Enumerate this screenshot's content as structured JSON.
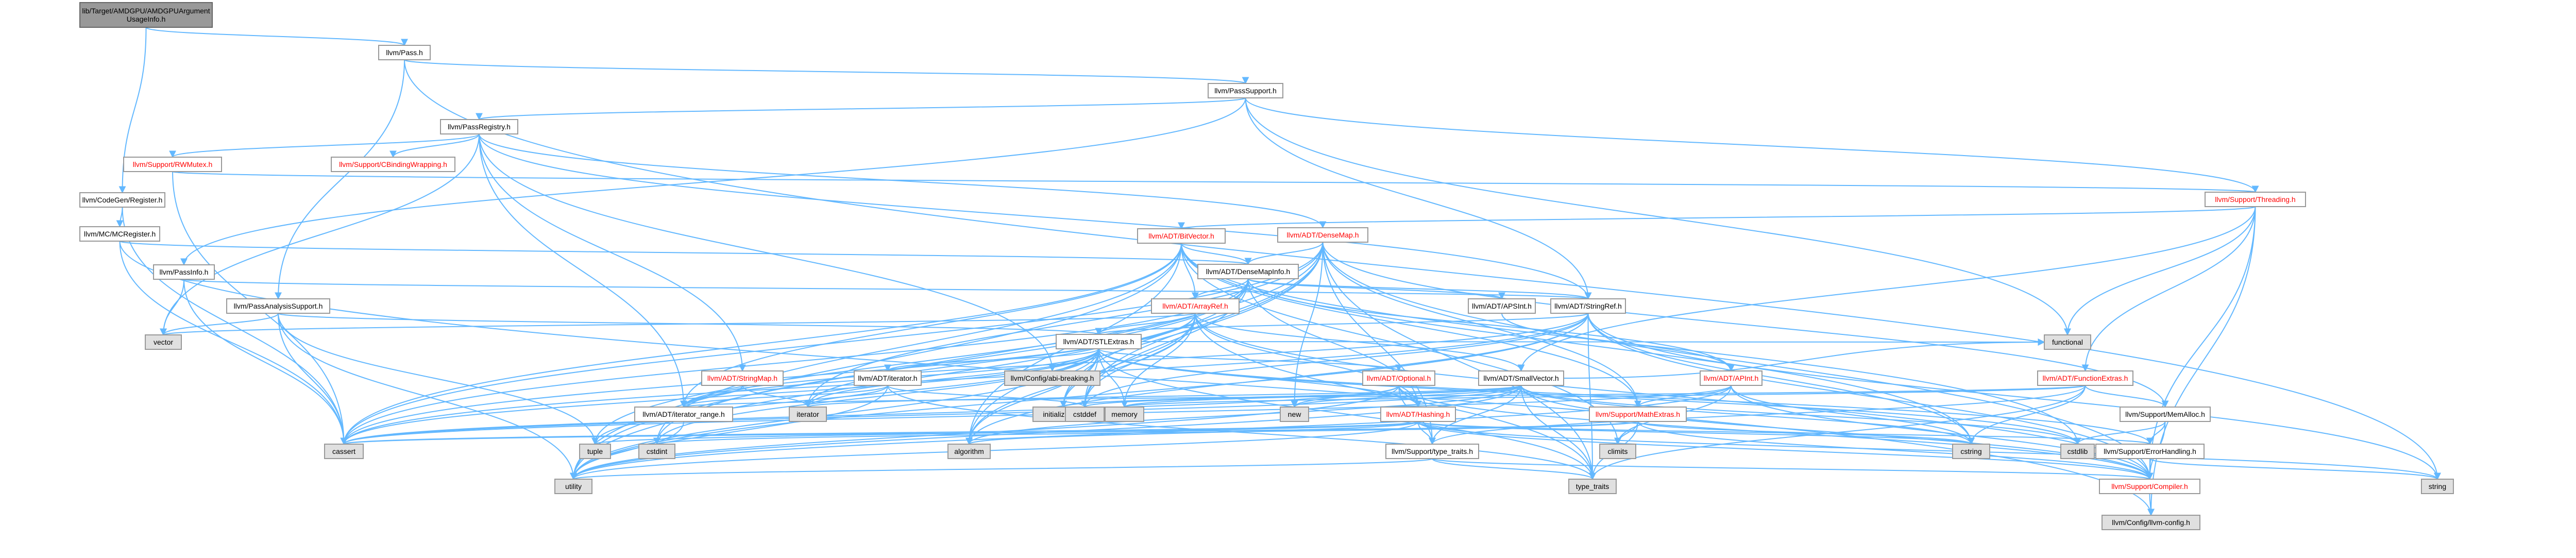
{
  "diagram": {
    "title": "",
    "nodes": [
      {
        "id": "root",
        "label": [
          "lib/Target/AMDGPU/AMDGPUArgument",
          "UsageInfo.h"
        ],
        "kind": "root"
      },
      {
        "id": "pass",
        "label": [
          "llvm/Pass.h"
        ],
        "kind": "normal"
      },
      {
        "id": "passsupport",
        "label": [
          "llvm/PassSupport.h"
        ],
        "kind": "normal"
      },
      {
        "id": "passregistry",
        "label": [
          "llvm/PassRegistry.h"
        ],
        "kind": "normal"
      },
      {
        "id": "rwmutex",
        "label": [
          "llvm/Support/RWMutex.h"
        ],
        "kind": "red"
      },
      {
        "id": "cbinding",
        "label": [
          "llvm/Support/CBindingWrapping.h"
        ],
        "kind": "red"
      },
      {
        "id": "threading",
        "label": [
          "llvm/Support/Threading.h"
        ],
        "kind": "red"
      },
      {
        "id": "codegenreg",
        "label": [
          "llvm/CodeGen/Register.h"
        ],
        "kind": "normal"
      },
      {
        "id": "mcreg",
        "label": [
          "llvm/MC/MCRegister.h"
        ],
        "kind": "normal"
      },
      {
        "id": "passinfo",
        "label": [
          "llvm/PassInfo.h"
        ],
        "kind": "normal"
      },
      {
        "id": "passanalysis",
        "label": [
          "llvm/PassAnalysisSupport.h"
        ],
        "kind": "normal"
      },
      {
        "id": "densemap",
        "label": [
          "llvm/ADT/DenseMap.h"
        ],
        "kind": "red"
      },
      {
        "id": "bitvector",
        "label": [
          "llvm/ADT/BitVector.h"
        ],
        "kind": "red"
      },
      {
        "id": "densemapinfo",
        "label": [
          "llvm/ADT/DenseMapInfo.h"
        ],
        "kind": "normal"
      },
      {
        "id": "arrayref",
        "label": [
          "llvm/ADT/ArrayRef.h"
        ],
        "kind": "red"
      },
      {
        "id": "apsint",
        "label": [
          "llvm/ADT/APSInt.h"
        ],
        "kind": "normal"
      },
      {
        "id": "stringref",
        "label": [
          "llvm/ADT/StringRef.h"
        ],
        "kind": "normal"
      },
      {
        "id": "stlextras",
        "label": [
          "llvm/ADT/STLExtras.h"
        ],
        "kind": "normal"
      },
      {
        "id": "stringmap",
        "label": [
          "llvm/ADT/StringMap.h"
        ],
        "kind": "red"
      },
      {
        "id": "iterator",
        "label": [
          "llvm/ADT/iterator.h"
        ],
        "kind": "normal"
      },
      {
        "id": "abibreaking",
        "label": [
          "llvm/Config/abi-breaking.h"
        ],
        "kind": "gray"
      },
      {
        "id": "optional",
        "label": [
          "llvm/ADT/Optional.h"
        ],
        "kind": "red"
      },
      {
        "id": "smallvector",
        "label": [
          "llvm/ADT/SmallVector.h"
        ],
        "kind": "normal"
      },
      {
        "id": "apint",
        "label": [
          "llvm/ADT/APInt.h"
        ],
        "kind": "red"
      },
      {
        "id": "functionextras",
        "label": [
          "llvm/ADT/FunctionExtras.h"
        ],
        "kind": "red"
      },
      {
        "id": "iteratorrange",
        "label": [
          "llvm/ADT/iterator_range.h"
        ],
        "kind": "normal"
      },
      {
        "id": "hashing",
        "label": [
          "llvm/ADT/Hashing.h"
        ],
        "kind": "red"
      },
      {
        "id": "mathextras",
        "label": [
          "llvm/Support/MathExtras.h"
        ],
        "kind": "red"
      },
      {
        "id": "memalloc",
        "label": [
          "llvm/Support/MemAlloc.h"
        ],
        "kind": "normal"
      },
      {
        "id": "errorhandling",
        "label": [
          "llvm/Support/ErrorHandling.h"
        ],
        "kind": "normal"
      },
      {
        "id": "typetraits",
        "label": [
          "llvm/Support/type_traits.h"
        ],
        "kind": "normal"
      },
      {
        "id": "compiler",
        "label": [
          "llvm/Support/Compiler.h"
        ],
        "kind": "red"
      },
      {
        "id": "llvmconfig",
        "label": [
          "llvm/Config/llvm-config.h"
        ],
        "kind": "gray"
      },
      {
        "id": "vector",
        "label": [
          "vector"
        ],
        "kind": "gray"
      },
      {
        "id": "cassert",
        "label": [
          "cassert"
        ],
        "kind": "gray"
      },
      {
        "id": "utility",
        "label": [
          "utility"
        ],
        "kind": "gray"
      },
      {
        "id": "cstdint",
        "label": [
          "cstdint"
        ],
        "kind": "gray"
      },
      {
        "id": "tuple",
        "label": [
          "tuple"
        ],
        "kind": "gray"
      },
      {
        "id": "iteratorstd",
        "label": [
          "iterator"
        ],
        "kind": "gray"
      },
      {
        "id": "initializer",
        "label": [
          "initializer_list"
        ],
        "kind": "gray"
      },
      {
        "id": "cstddef",
        "label": [
          "cstddef"
        ],
        "kind": "gray"
      },
      {
        "id": "memory",
        "label": [
          "memory"
        ],
        "kind": "gray"
      },
      {
        "id": "new",
        "label": [
          "new"
        ],
        "kind": "gray"
      },
      {
        "id": "algorithm",
        "label": [
          "algorithm"
        ],
        "kind": "gray"
      },
      {
        "id": "functional",
        "label": [
          "functional"
        ],
        "kind": "gray"
      },
      {
        "id": "climits",
        "label": [
          "climits"
        ],
        "kind": "gray"
      },
      {
        "id": "cstring",
        "label": [
          "cstring"
        ],
        "kind": "gray"
      },
      {
        "id": "cstdlib",
        "label": [
          "cstdlib"
        ],
        "kind": "gray"
      },
      {
        "id": "typetraitsstd",
        "label": [
          "type_traits"
        ],
        "kind": "gray"
      },
      {
        "id": "string",
        "label": [
          "string"
        ],
        "kind": "gray"
      }
    ],
    "edges": [
      [
        "root",
        "pass"
      ],
      [
        "root",
        "codegenreg"
      ],
      [
        "pass",
        "passsupport"
      ],
      [
        "pass",
        "passanalysis"
      ],
      [
        "pass",
        "string"
      ],
      [
        "passsupport",
        "passregistry"
      ],
      [
        "passsupport",
        "passinfo"
      ],
      [
        "passsupport",
        "threading"
      ],
      [
        "passsupport",
        "functional"
      ],
      [
        "passsupport",
        "stringref"
      ],
      [
        "passregistry",
        "rwmutex"
      ],
      [
        "passregistry",
        "cbinding"
      ],
      [
        "passregistry",
        "densemap"
      ],
      [
        "passregistry",
        "stringmap"
      ],
      [
        "passregistry",
        "stringref"
      ],
      [
        "passregistry",
        "iteratorrange"
      ],
      [
        "passregistry",
        "abibreaking"
      ],
      [
        "passregistry",
        "vector"
      ],
      [
        "rwmutex",
        "threading"
      ],
      [
        "rwmutex",
        "cassert"
      ],
      [
        "threading",
        "compiler"
      ],
      [
        "threading",
        "llvmconfig"
      ],
      [
        "threading",
        "functionextras"
      ],
      [
        "threading",
        "bitvector"
      ],
      [
        "threading",
        "functional"
      ],
      [
        "threading",
        "smallvector"
      ],
      [
        "codegenreg",
        "mcreg"
      ],
      [
        "codegenreg",
        "cassert"
      ],
      [
        "mcreg",
        "densemapinfo"
      ],
      [
        "mcreg",
        "cassert"
      ],
      [
        "mcreg",
        "llvmconfig"
      ],
      [
        "passinfo",
        "vector"
      ],
      [
        "passinfo",
        "cassert"
      ],
      [
        "passinfo",
        "stringref"
      ],
      [
        "passanalysis",
        "vector"
      ],
      [
        "passanalysis",
        "cassert"
      ],
      [
        "passanalysis",
        "tuple"
      ],
      [
        "passanalysis",
        "utility"
      ],
      [
        "passanalysis",
        "stlextras"
      ],
      [
        "densemap",
        "densemapinfo"
      ],
      [
        "densemap",
        "epochtracker"
      ],
      [
        "densemap",
        "mathextras"
      ],
      [
        "densemap",
        "memalloc"
      ],
      [
        "densemap",
        "algorithm"
      ],
      [
        "densemap",
        "cassert"
      ],
      [
        "densemap",
        "cstddef"
      ],
      [
        "densemap",
        "initializer"
      ],
      [
        "densemap",
        "iteratorstd"
      ],
      [
        "densemap",
        "new"
      ],
      [
        "densemap",
        "typetraitsstd"
      ],
      [
        "densemap",
        "utility"
      ],
      [
        "densemap",
        "compiler"
      ],
      [
        "densemap",
        "typetraits"
      ],
      [
        "bitvector",
        "arrayref"
      ],
      [
        "bitvector",
        "densemapinfo"
      ],
      [
        "bitvector",
        "iteratorrange"
      ],
      [
        "bitvector",
        "mathextras"
      ],
      [
        "bitvector",
        "algorithm"
      ],
      [
        "bitvector",
        "cassert"
      ],
      [
        "bitvector",
        "climits"
      ],
      [
        "bitvector",
        "cstdint"
      ],
      [
        "bitvector",
        "cstdlib"
      ],
      [
        "bitvector",
        "cstring"
      ],
      [
        "bitvector",
        "utility"
      ],
      [
        "densemapinfo",
        "apint"
      ],
      [
        "densemapinfo",
        "apsint"
      ],
      [
        "densemapinfo",
        "arrayref"
      ],
      [
        "densemapinfo",
        "hashing"
      ],
      [
        "densemapinfo",
        "stringref"
      ],
      [
        "densemapinfo",
        "cassert"
      ],
      [
        "densemapinfo",
        "cstddef"
      ],
      [
        "densemapinfo",
        "cstdint"
      ],
      [
        "densemapinfo",
        "tuple"
      ],
      [
        "densemapinfo",
        "utility"
      ],
      [
        "arrayref",
        "hashing"
      ],
      [
        "arrayref",
        "smallvector"
      ],
      [
        "arrayref",
        "stlextras"
      ],
      [
        "arrayref",
        "compiler"
      ],
      [
        "arrayref",
        "algorithm"
      ],
      [
        "arrayref",
        "array"
      ],
      [
        "arrayref",
        "cassert"
      ],
      [
        "arrayref",
        "cstddef"
      ],
      [
        "arrayref",
        "initializer"
      ],
      [
        "arrayref",
        "iteratorstd"
      ],
      [
        "arrayref",
        "memory"
      ],
      [
        "arrayref",
        "typetraitsstd"
      ],
      [
        "arrayref",
        "vector"
      ],
      [
        "apsint",
        "apint"
      ],
      [
        "stringref",
        "stlextras"
      ],
      [
        "stringref",
        "iteratorrange"
      ],
      [
        "stringref",
        "compiler"
      ],
      [
        "stringref",
        "algorithm"
      ],
      [
        "stringref",
        "cassert"
      ],
      [
        "stringref",
        "cstddef"
      ],
      [
        "stringref",
        "cstring"
      ],
      [
        "stringref",
        "limits"
      ],
      [
        "stringref",
        "string"
      ],
      [
        "stringref",
        "typetraitsstd"
      ],
      [
        "stringref",
        "utility"
      ],
      [
        "stlextras",
        "hashing"
      ],
      [
        "stlextras",
        "optional"
      ],
      [
        "stlextras",
        "stlforwardcompat"
      ],
      [
        "stlextras",
        "stlfunctionalextras"
      ],
      [
        "stlextras",
        "identity"
      ],
      [
        "stlextras",
        "iterator"
      ],
      [
        "stlextras",
        "iteratorrange"
      ],
      [
        "stlextras",
        "abibreaking"
      ],
      [
        "stlextras",
        "errorhandling"
      ],
      [
        "stlextras",
        "algorithm"
      ],
      [
        "stlextras",
        "cassert"
      ],
      [
        "stlextras",
        "cstddef"
      ],
      [
        "stlextras",
        "cstdint"
      ],
      [
        "stlextras",
        "cstdlib"
      ],
      [
        "stlextras",
        "functional"
      ],
      [
        "stlextras",
        "initializer"
      ],
      [
        "stlextras",
        "iteratorstd"
      ],
      [
        "stlextras",
        "limits"
      ],
      [
        "stlextras",
        "memory"
      ],
      [
        "stlextras",
        "tuple"
      ],
      [
        "stlextras",
        "typetraitsstd"
      ],
      [
        "stlextras",
        "utility"
      ],
      [
        "stringmap",
        "iteratorstd"
      ],
      [
        "stringmap",
        "iteratorrange"
      ],
      [
        "iterator",
        "iteratorrange"
      ],
      [
        "iterator",
        "cstddef"
      ],
      [
        "iterator",
        "iteratorstd"
      ],
      [
        "iterator",
        "typetraitsstd"
      ],
      [
        "iterator",
        "utility"
      ],
      [
        "optional",
        "hashing"
      ],
      [
        "optional",
        "typetraits"
      ],
      [
        "optional",
        "cassert"
      ],
      [
        "optional",
        "new"
      ],
      [
        "optional",
        "utility"
      ],
      [
        "optional",
        "compiler"
      ],
      [
        "smallvector",
        "compiler"
      ],
      [
        "smallvector",
        "typetraits"
      ],
      [
        "smallvector",
        "algorithm"
      ],
      [
        "smallvector",
        "cassert"
      ],
      [
        "smallvector",
        "cstddef"
      ],
      [
        "smallvector",
        "cstdlib"
      ],
      [
        "smallvector",
        "cstring"
      ],
      [
        "smallvector",
        "functional"
      ],
      [
        "smallvector",
        "initializer"
      ],
      [
        "smallvector",
        "iteratorstd"
      ],
      [
        "smallvector",
        "limits"
      ],
      [
        "smallvector",
        "memory"
      ],
      [
        "smallvector",
        "new"
      ],
      [
        "smallvector",
        "typetraitsstd"
      ],
      [
        "smallvector",
        "utility"
      ],
      [
        "apint",
        "compiler"
      ],
      [
        "apint",
        "mathextras"
      ],
      [
        "apint",
        "cassert"
      ],
      [
        "apint",
        "climits"
      ],
      [
        "apint",
        "cstring"
      ],
      [
        "apint",
        "utility"
      ],
      [
        "functionextras",
        "iteratorrange"
      ],
      [
        "functionextras",
        "memalloc"
      ],
      [
        "functionextras",
        "typetraits"
      ],
      [
        "functionextras",
        "cstring"
      ],
      [
        "functionextras",
        "memory"
      ],
      [
        "functionextras",
        "typetraitsstd"
      ],
      [
        "iteratorrange",
        "utility"
      ],
      [
        "hashing",
        "errorhandling"
      ],
      [
        "hashing",
        "typetraits"
      ],
      [
        "hashing",
        "algorithm"
      ],
      [
        "hashing",
        "cassert"
      ],
      [
        "hashing",
        "cstring"
      ],
      [
        "hashing",
        "string"
      ],
      [
        "hashing",
        "tuple"
      ],
      [
        "hashing",
        "utility"
      ],
      [
        "hashing",
        "compiler"
      ],
      [
        "mathextras",
        "compiler"
      ],
      [
        "mathextras",
        "cassert"
      ],
      [
        "mathextras",
        "climits"
      ],
      [
        "mathextras",
        "cstdint"
      ],
      [
        "mathextras",
        "cstring"
      ],
      [
        "mathextras",
        "limits"
      ],
      [
        "mathextras",
        "typetraitsstd"
      ],
      [
        "memalloc",
        "compiler"
      ],
      [
        "memalloc",
        "errorhandling"
      ],
      [
        "memalloc",
        "cstdlib"
      ],
      [
        "errorhandling",
        "compiler"
      ],
      [
        "errorhandling",
        "string"
      ],
      [
        "typetraits",
        "compiler"
      ],
      [
        "typetraits",
        "typetraitsstd"
      ],
      [
        "typetraits",
        "utility"
      ],
      [
        "compiler",
        "llvmconfig"
      ]
    ]
  }
}
